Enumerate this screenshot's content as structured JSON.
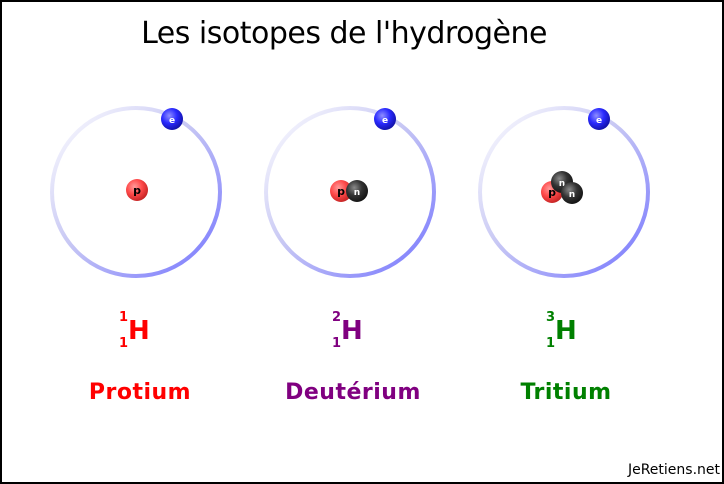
{
  "title": "Les isotopes de l'hydrogène",
  "particles": {
    "electron": "e",
    "proton": "p",
    "neutron": "n"
  },
  "isotopes": [
    {
      "mass_number": "1",
      "atomic_number": "1",
      "element": "H",
      "name": "Protium",
      "color": "#ff0000",
      "neutrons": 0
    },
    {
      "mass_number": "2",
      "atomic_number": "1",
      "element": "H",
      "name": "Deutérium",
      "color": "#800080",
      "neutrons": 1
    },
    {
      "mass_number": "3",
      "atomic_number": "1",
      "element": "H",
      "name": "Tritium",
      "color": "#008000",
      "neutrons": 2
    }
  ],
  "colors": {
    "orbit": "#8080ff",
    "electron": "#3333ff",
    "proton": "#ff3333",
    "neutron": "#333333"
  },
  "credit": "JeRetiens.net"
}
